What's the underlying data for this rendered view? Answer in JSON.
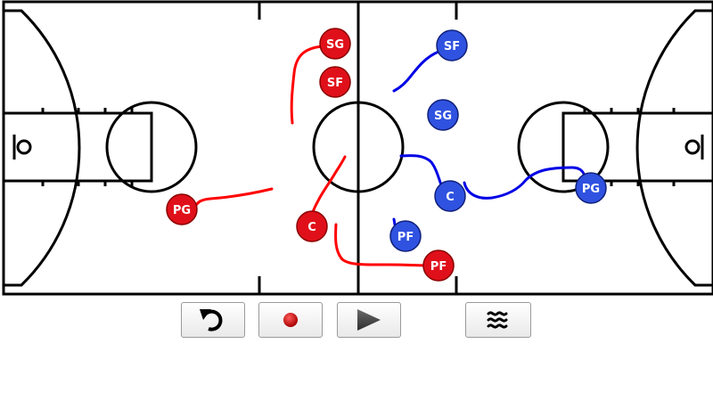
{
  "colors": {
    "court_line": "#000000",
    "court_background": "#ffffff",
    "offense_token": "#e0101a",
    "defense_token": "#2f52e0",
    "offense_path": "#ff0000",
    "defense_path": "#0000e6"
  },
  "offense_team": {
    "players": [
      {
        "label": "SG"
      },
      {
        "label": "SF"
      },
      {
        "label": "PG"
      },
      {
        "label": "C"
      },
      {
        "label": "PF"
      }
    ]
  },
  "defense_team": {
    "players": [
      {
        "label": "SF"
      },
      {
        "label": "SG"
      },
      {
        "label": "C"
      },
      {
        "label": "PG"
      },
      {
        "label": "PF"
      }
    ]
  },
  "toolbar": {
    "buttons": [
      {
        "icon": "undo-icon"
      },
      {
        "icon": "record-icon"
      },
      {
        "icon": "play-icon"
      },
      {
        "icon": "shuffle-icon"
      }
    ]
  }
}
